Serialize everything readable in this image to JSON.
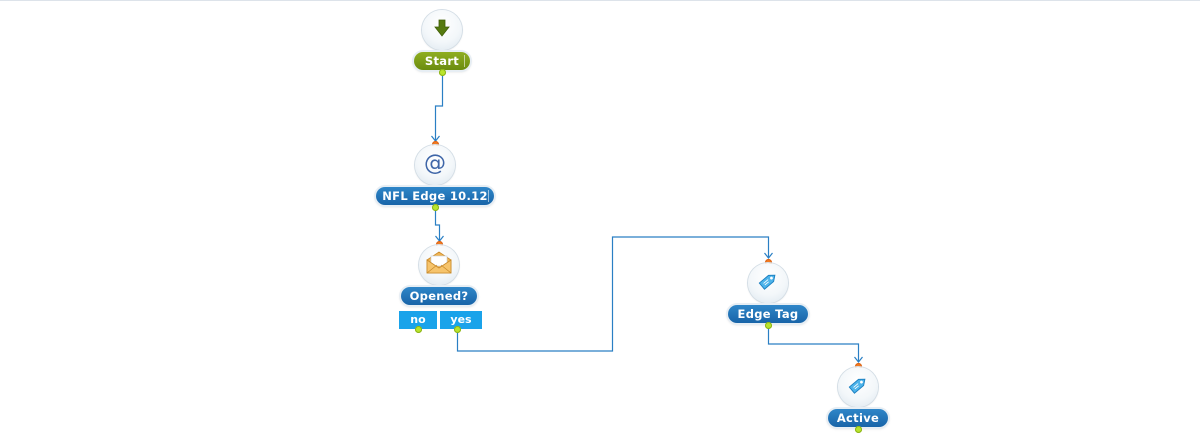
{
  "nodes": {
    "start": {
      "label": "Start",
      "icon": "arrow-down-icon"
    },
    "email": {
      "label": "NFL Edge 10.12",
      "icon": "at-sign-icon"
    },
    "opened": {
      "label": "Opened?",
      "icon": "envelope-icon"
    },
    "edge_tag": {
      "label": "Edge Tag",
      "icon": "tag-icon"
    },
    "active": {
      "label": "Active",
      "icon": "tag-icon"
    }
  },
  "branches": {
    "no": "no",
    "yes": "yes"
  },
  "colors": {
    "start_pill": "#7a9a18",
    "node_pill": "#1f6fb5",
    "branch": "#1aa3ea",
    "connector": "#2a7fc4",
    "input_port": "#f37a1f",
    "output_port": "#b9e52c"
  }
}
